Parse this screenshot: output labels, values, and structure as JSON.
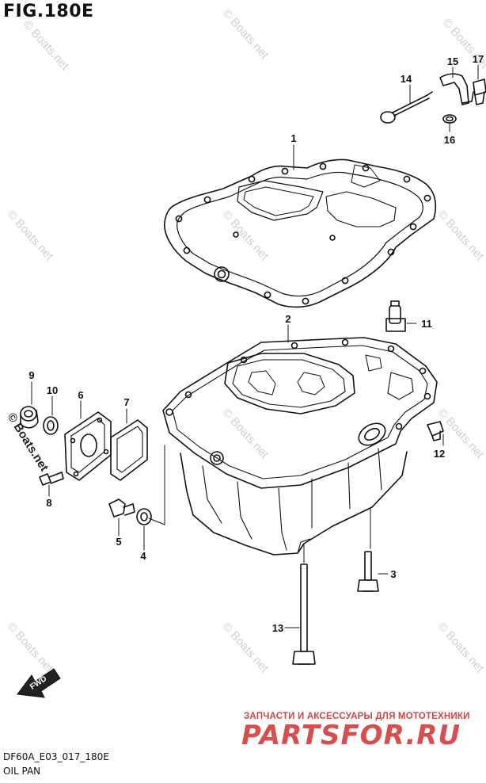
{
  "figure": {
    "title": "FIG.180E",
    "code": "DF60A_E03_017_180E",
    "caption": "OIL PAN"
  },
  "watermark": {
    "text": "© Boats.net"
  },
  "branding": {
    "tagline": "ЗАПЧАСТИ И АКСЕССУАРЫ ДЛЯ МОТОТЕХНИКИ",
    "site": "PARTSFOR.RU"
  },
  "direction_marker": {
    "label": "FWD"
  },
  "callouts": {
    "p1": "1",
    "p2": "2",
    "p3": "3",
    "p4": "4",
    "p5": "5",
    "p6": "6",
    "p7": "7",
    "p8": "8",
    "p9": "9",
    "p10": "10",
    "p11": "11",
    "p12": "12",
    "p13": "13",
    "p14": "14",
    "p15": "15",
    "p16": "16",
    "p17": "17"
  },
  "colors": {
    "line": "#111111",
    "watermark": "#c9c9c9",
    "brand": "#d84d4d"
  }
}
